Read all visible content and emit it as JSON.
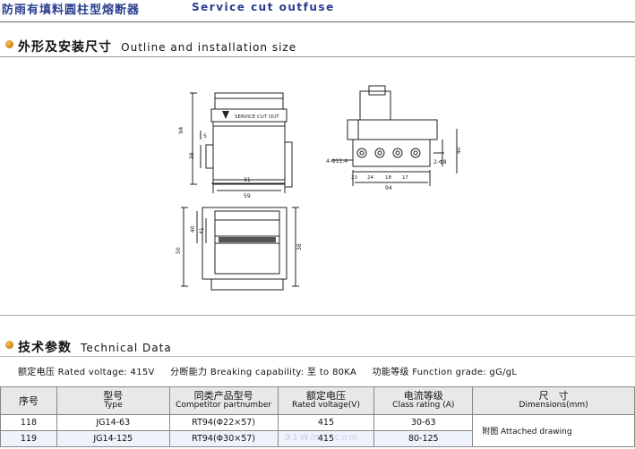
{
  "header": {
    "title_cn": "防雨有填料圆柱型熔断器",
    "title_en": "Service cut outfuse"
  },
  "outline_section": {
    "title_cn": "外形及安装尺寸",
    "title_en": "Outline and installation size"
  },
  "drawing": {
    "label_text": "SERVICE CUT OUT",
    "front_dims": {
      "d1": "94",
      "d2": "5",
      "d3": "38",
      "d4": "31",
      "d5": "59"
    },
    "bottom_dims": {
      "d1": "50",
      "d2": "40",
      "d3": "41",
      "d4": "38"
    },
    "side_dims": {
      "hole": "4-Φ11.4",
      "a": "23",
      "b": "24",
      "c": "18",
      "d": "17",
      "e": "94",
      "f": "2-Φ8",
      "g": "40"
    }
  },
  "technical_section": {
    "title_cn": "技术参数",
    "title_en": "Technical Data"
  },
  "specs": {
    "rated_voltage": "额定电压 Rated voltage: 415V",
    "breaking_capacity": "分断能力 Breaking capability: 至 to 80KA",
    "function_grade": "功能等级 Function grade: gG/gL"
  },
  "table": {
    "headers": [
      {
        "cn": "序号",
        "en": ""
      },
      {
        "cn": "型号",
        "en": "Type"
      },
      {
        "cn": "同类产品型号",
        "en": "Competitor partnumber"
      },
      {
        "cn": "额定电压",
        "en": "Rated voltage(V)"
      },
      {
        "cn": "电流等级",
        "en": "Class rating (A)"
      },
      {
        "cn": "尺　寸",
        "en": "Dimensions(mm)"
      }
    ],
    "rows": [
      {
        "no": "118",
        "type": "JG14-63",
        "competitor": "RT94(Φ22×57)",
        "voltage": "415",
        "rating": "30-63"
      },
      {
        "no": "119",
        "type": "JG14-125",
        "competitor": "RT94(Φ30×57)",
        "voltage": "415",
        "rating": "80-125"
      }
    ],
    "dimensions_note": "附图 Attached drawing"
  },
  "watermark": "91Wm . com"
}
